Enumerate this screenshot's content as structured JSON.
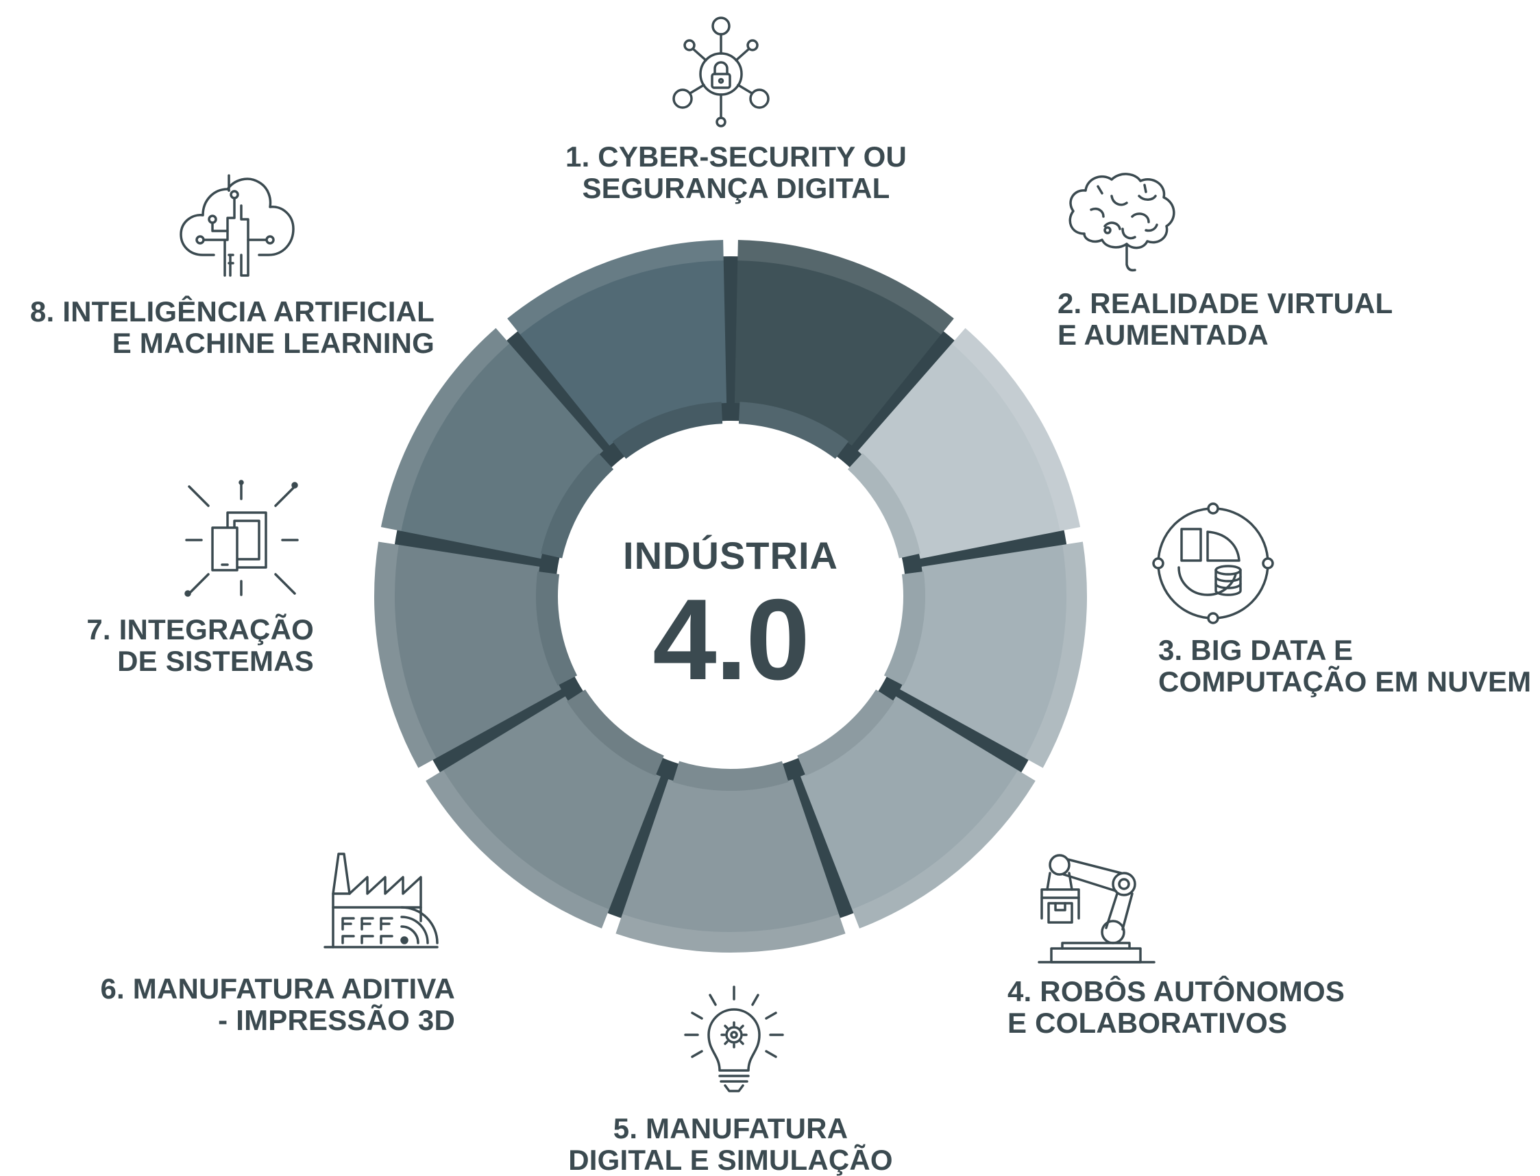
{
  "colors": {
    "text": "#3b4a50",
    "icon": "#3b4a50",
    "gap": "#34464d",
    "background": "#ffffff"
  },
  "center": {
    "word": "INDÚSTRIA",
    "version": "4.0"
  },
  "segments": [
    {
      "number": 1,
      "line1": "1. CYBER-SECURITY OU",
      "line2": "SEGURANÇA DIGITAL",
      "color": "#3f5258",
      "inner_color": "#52666e",
      "icon": "lock-network-icon"
    },
    {
      "number": 2,
      "line1": "2. REALIDADE VIRTUAL",
      "line2": "E AUMENTADA",
      "color": "#bdc7cc",
      "inner_color": "#abb7bc",
      "icon": "brain-icon"
    },
    {
      "number": 3,
      "line1": "3. BIG DATA E",
      "line2": "COMPUTAÇÃO EM NUVEM",
      "color": "#a5b2b8",
      "inner_color": "#97a5ab",
      "icon": "pie-chart-database-icon"
    },
    {
      "number": 4,
      "line1": "4. ROBÔS AUTÔNOMOS",
      "line2": "E COLABORATIVOS",
      "color": "#9ba9af",
      "inner_color": "#8d9ba1",
      "icon": "robot-arm-icon"
    },
    {
      "number": 5,
      "line1": "5. MANUFATURA",
      "line2": "DIGITAL E SIMULAÇÃO",
      "color": "#8b999f",
      "inner_color": "#7c8b91",
      "icon": "lightbulb-gear-icon"
    },
    {
      "number": 6,
      "line1": "6. MANUFATURA ADITIVA",
      "line2": "- IMPRESSÃO 3D",
      "color": "#7d8d93",
      "inner_color": "#6f7f85",
      "icon": "factory-icon"
    },
    {
      "number": 7,
      "line1": "7. INTEGRAÇÃO",
      "line2": "DE SISTEMAS",
      "color": "#72838a",
      "inner_color": "#64767d",
      "icon": "devices-icon"
    },
    {
      "number": 8,
      "line1": "8. INTELIGÊNCIA ARTIFICIAL",
      "line2": "E MACHINE LEARNING",
      "color": "#637880",
      "inner_color": "#566b73",
      "icon": "cloud-circuit-icon"
    }
  ],
  "segment_top": {
    "color": "#526a75",
    "inner_color": "#465b64"
  }
}
